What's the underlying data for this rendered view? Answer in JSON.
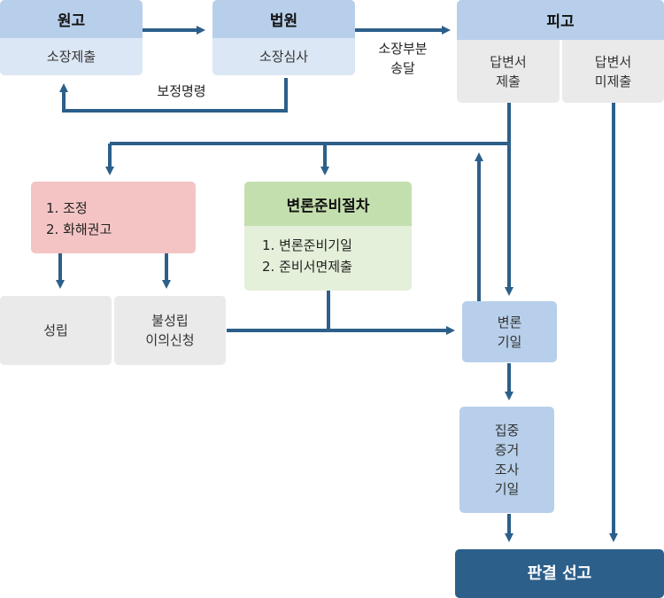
{
  "colors": {
    "line": "#2c5f8a",
    "blue_header": "#b7cfea",
    "blue_light": "#dce7f5",
    "grey": "#eaeaea",
    "pink": "#f4c4c4",
    "green_header": "#c4dfae",
    "green_light": "#e4f0da",
    "final": "#2c5f8a"
  },
  "plaintiff": {
    "title": "원고",
    "action": "소장제출"
  },
  "court": {
    "title": "법원",
    "action": "소장심사"
  },
  "correction_order": "보정명령",
  "service": {
    "line1": "소장부분",
    "line2": "송달"
  },
  "defendant": {
    "title": "피고",
    "answer_submitted": [
      "답변서",
      "제출"
    ],
    "answer_not_submitted": [
      "답변서",
      "미제출"
    ]
  },
  "mediation": {
    "items": [
      "1. 조정",
      "2. 화해권고"
    ]
  },
  "preparation": {
    "title": "변론준비절차",
    "items": [
      "1. 변론준비기일",
      "2. 준비서면제출"
    ]
  },
  "established": "성립",
  "not_established": [
    "불성립",
    "이의신청"
  ],
  "hearing": [
    "변론",
    "기일"
  ],
  "evidence": [
    "집중",
    "증거",
    "조사",
    "기일"
  ],
  "judgment": "판결 선고"
}
